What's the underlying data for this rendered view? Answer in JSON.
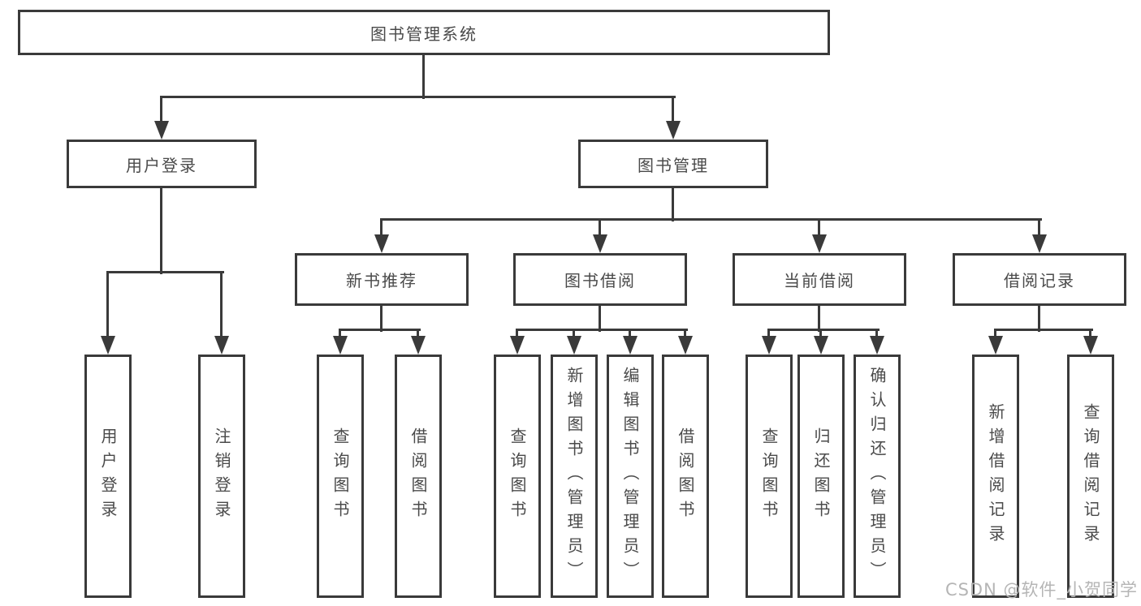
{
  "diagram_type": "hierarchy-tree",
  "colors": {
    "background": "#ffffff",
    "box_border": "#3a3a3a",
    "connector": "#3a3a3a",
    "node_text": "#4a4a4a",
    "watermark_text": "#b5b5b5"
  },
  "tree": {
    "root": {
      "label": "图书管理系统"
    },
    "branches": [
      {
        "label": "用户登录",
        "children": [
          {
            "label": "用户登录"
          },
          {
            "label": "注销登录"
          }
        ]
      },
      {
        "label": "图书管理",
        "children": [
          {
            "label": "新书推荐",
            "children": [
              {
                "label": "查询图书"
              },
              {
                "label": "借阅图书"
              }
            ]
          },
          {
            "label": "图书借阅",
            "children": [
              {
                "label": "查询图书"
              },
              {
                "label": "新增图书（管理员）"
              },
              {
                "label": "编辑图书（管理员）"
              },
              {
                "label": "借阅图书"
              }
            ]
          },
          {
            "label": "当前借阅",
            "children": [
              {
                "label": "查询图书"
              },
              {
                "label": "归还图书"
              },
              {
                "label": "确认归还（管理员）"
              }
            ]
          },
          {
            "label": "借阅记录",
            "children": [
              {
                "label": "新增借阅记录"
              },
              {
                "label": "查询借阅记录"
              }
            ]
          }
        ]
      }
    ]
  },
  "watermark": {
    "text": "CSDN @软件_小贺同学"
  }
}
